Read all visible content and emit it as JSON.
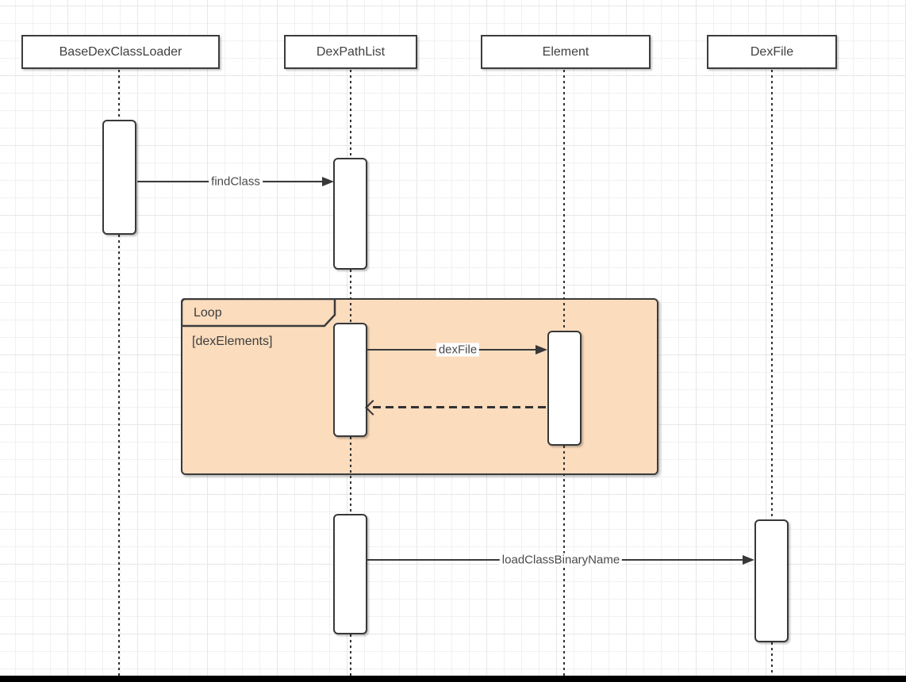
{
  "diagram_type": "uml-sequence",
  "actors": [
    {
      "name": "BaseDexClassLoader"
    },
    {
      "name": "DexPathList"
    },
    {
      "name": "Element"
    },
    {
      "name": "DexFile"
    }
  ],
  "fragment": {
    "operator": "Loop",
    "guard": "[dexElements]"
  },
  "messages": [
    {
      "label": "findClass",
      "from": "BaseDexClassLoader",
      "to": "DexPathList",
      "style": "solid-arrow"
    },
    {
      "label": "dexFile",
      "from": "DexPathList",
      "to": "Element",
      "style": "solid-arrow"
    },
    {
      "label": "",
      "from": "Element",
      "to": "DexPathList",
      "style": "dashed-return"
    },
    {
      "label": "loadClassBinaryName",
      "from": "DexPathList",
      "to": "DexFile",
      "style": "solid-arrow"
    }
  ],
  "colors": {
    "fragment_fill": "#fbdcbd",
    "stroke": "#3b3b3b",
    "message_text": "#4a4a4a",
    "grid_minor": "#f1f1f1",
    "grid_major": "#e7e7e7"
  }
}
